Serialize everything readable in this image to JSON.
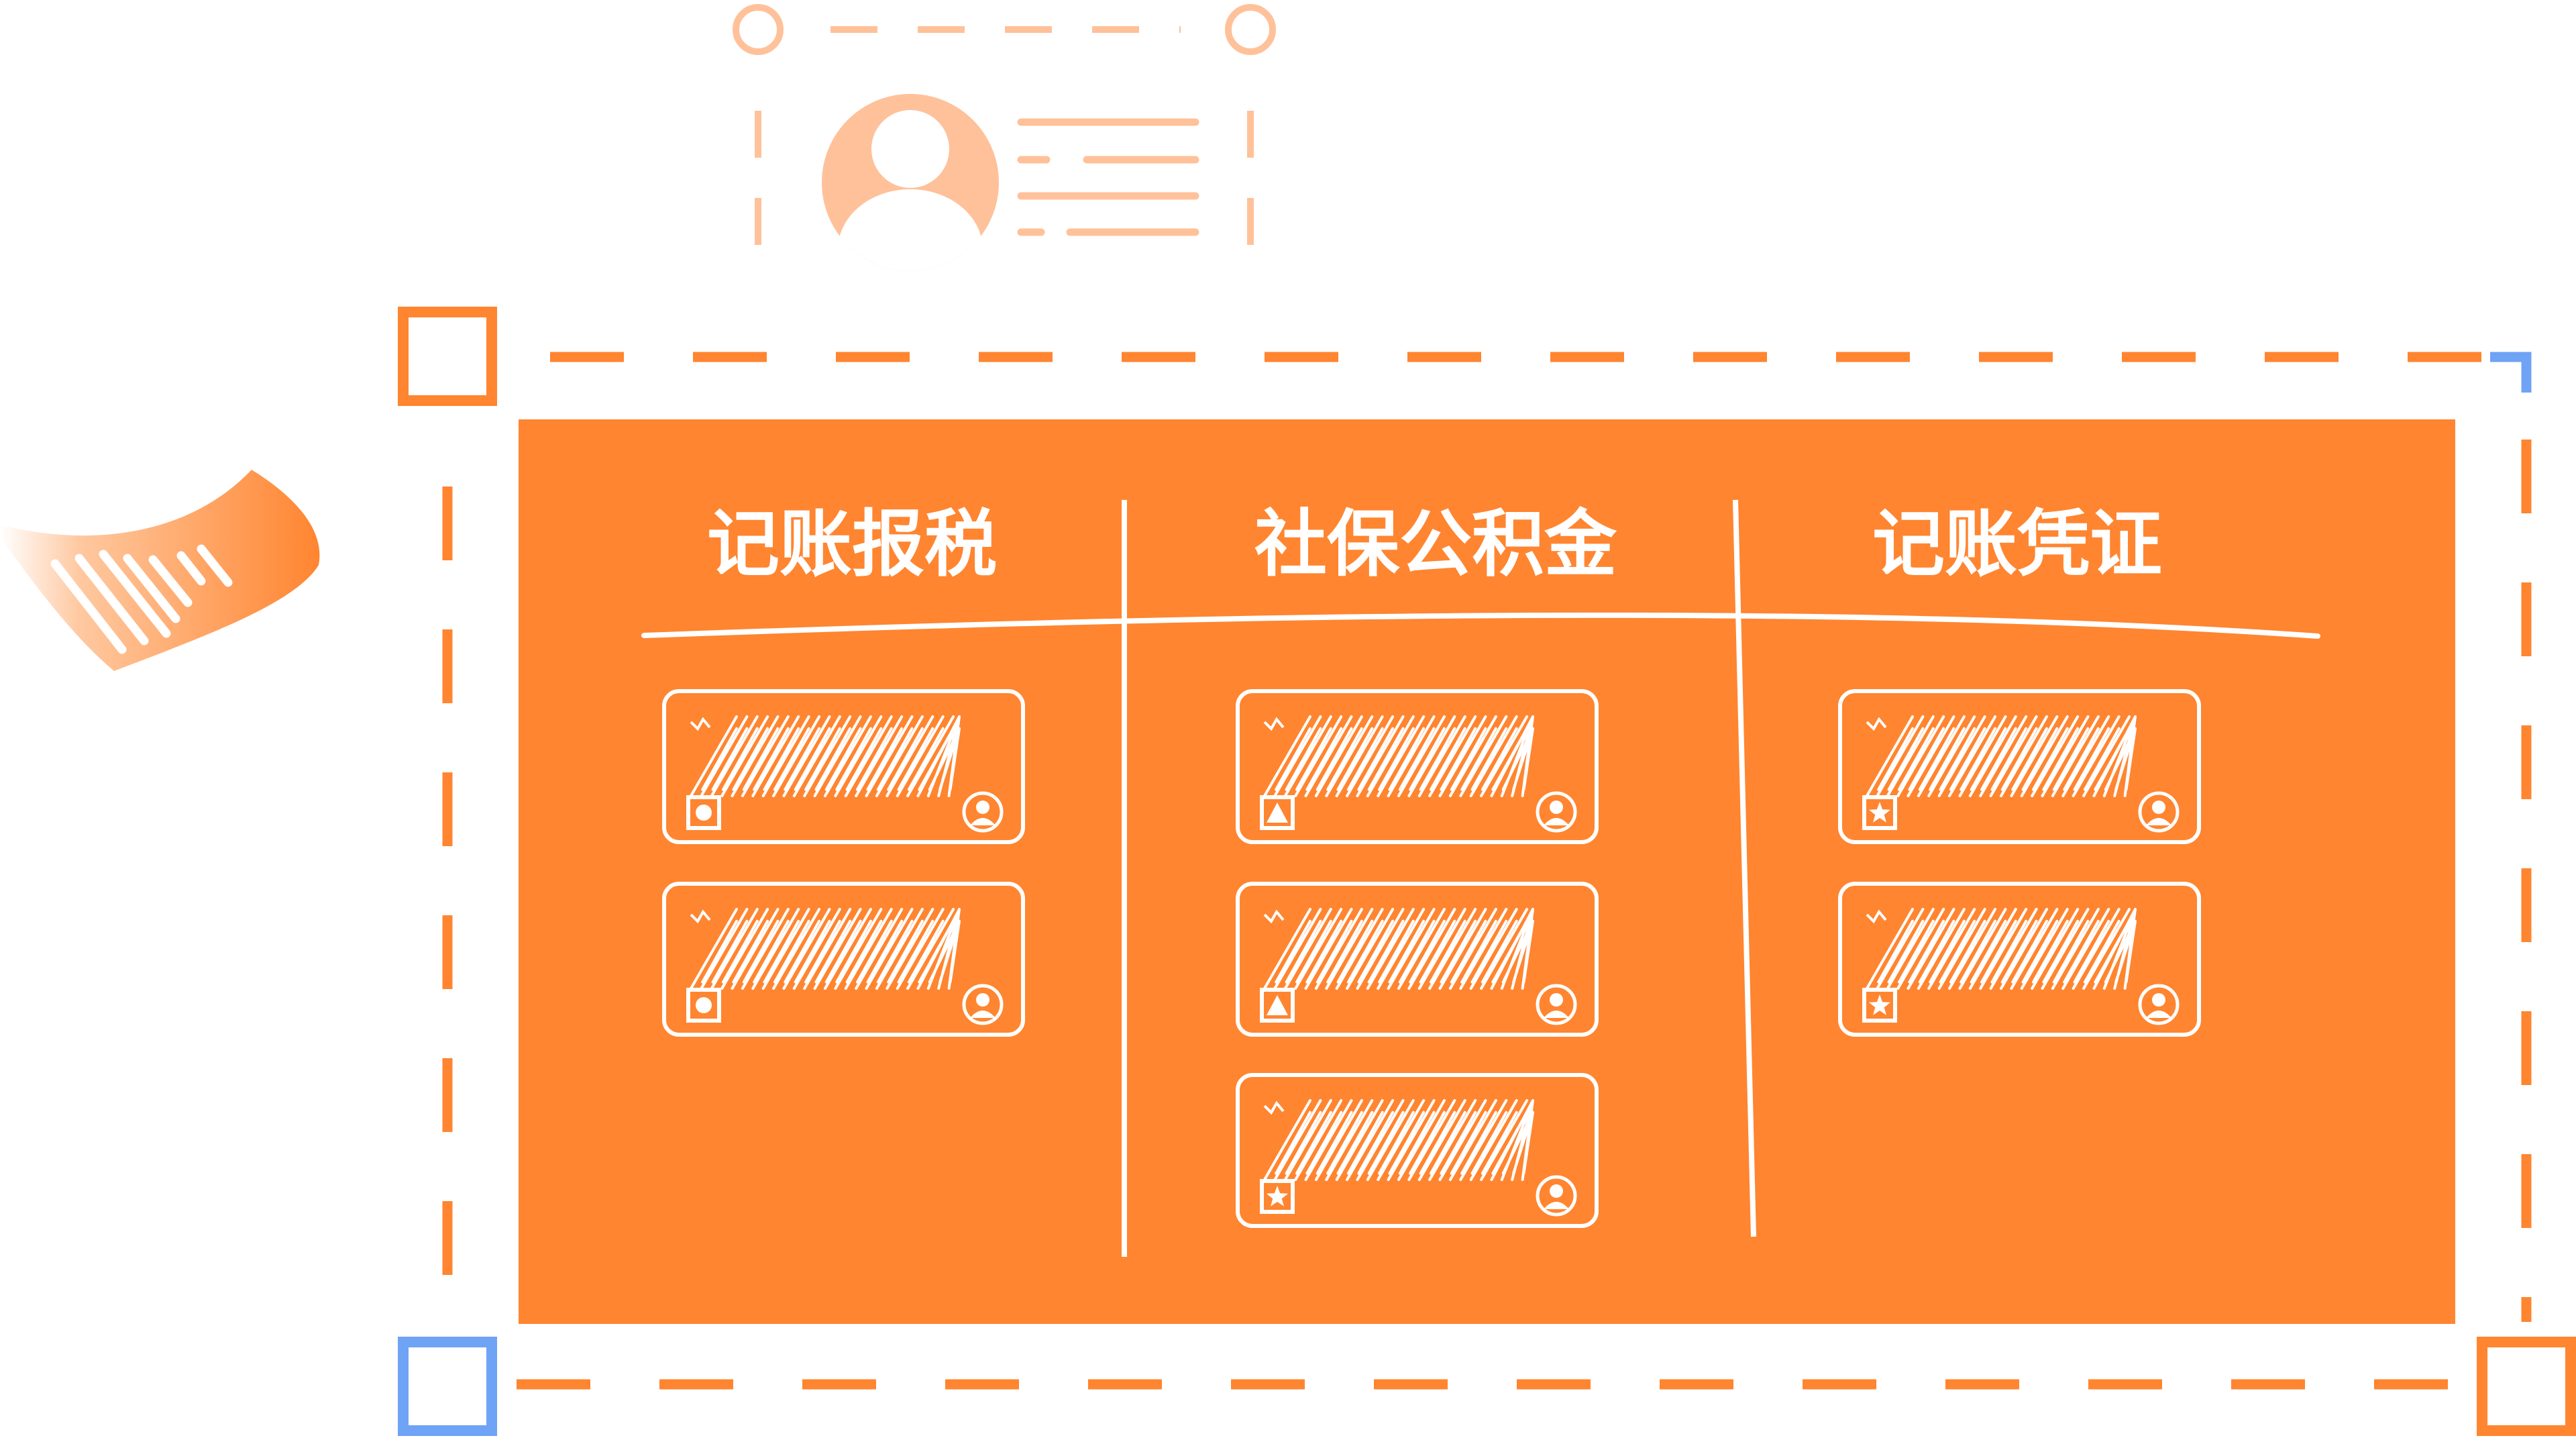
{
  "colors": {
    "accent": "#FF8530",
    "accent_light": "#FFC19A",
    "highlight_blue": "#6FA3F5",
    "text_on_accent": "#FFFFFF",
    "background": "#FFFFFF"
  },
  "board": {
    "columns": [
      {
        "title": "记账报税",
        "cards": [
          {
            "badge_icon": "circle-icon",
            "avatar_icon": "user-avatar-icon"
          },
          {
            "badge_icon": "circle-icon",
            "avatar_icon": "user-avatar-icon"
          }
        ]
      },
      {
        "title": "社保公积金",
        "cards": [
          {
            "badge_icon": "triangle-icon",
            "avatar_icon": "user-avatar-icon"
          },
          {
            "badge_icon": "triangle-icon",
            "avatar_icon": "user-avatar-icon"
          },
          {
            "badge_icon": "star-icon",
            "avatar_icon": "user-avatar-icon"
          }
        ]
      },
      {
        "title": "记账凭证",
        "cards": [
          {
            "badge_icon": "star-icon",
            "avatar_icon": "user-avatar-icon"
          },
          {
            "badge_icon": "star-icon",
            "avatar_icon": "user-avatar-icon"
          }
        ]
      }
    ]
  },
  "decorations": {
    "profile_card_icon": "user-profile-icon",
    "paper_icon": "curled-paper-icon",
    "selection_frame": "dashed-selection-frame"
  }
}
